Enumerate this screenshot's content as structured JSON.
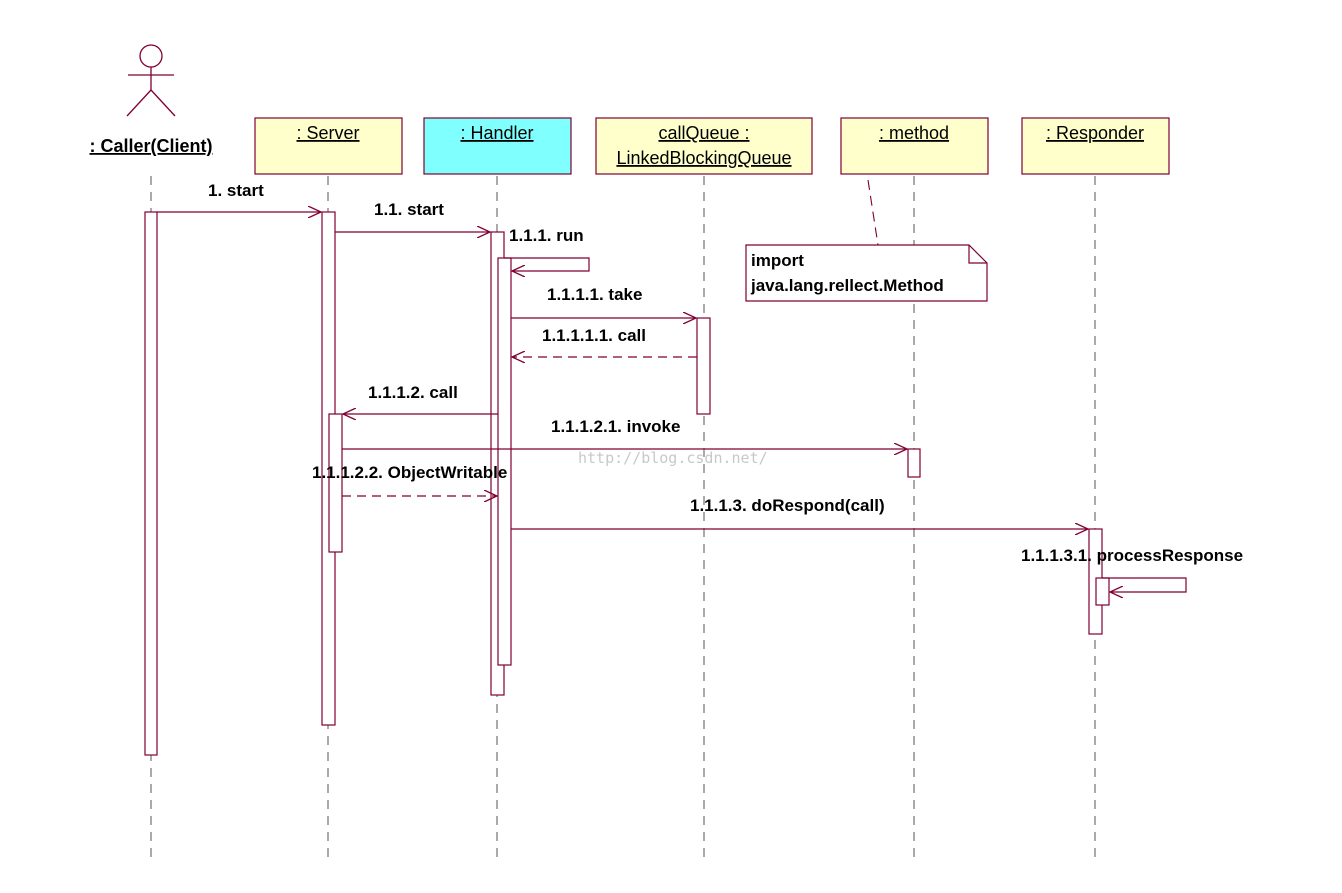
{
  "colors": {
    "line": "#7f0033",
    "object_fill": "#ffffcc",
    "highlight_fill": "#80ffff",
    "object_border": "#7f0033"
  },
  "actor": {
    "label": ": Caller(Client)"
  },
  "objects": {
    "server": ": Server",
    "handler": ": Handler",
    "callqueue_line1": "callQueue :",
    "callqueue_line2": "LinkedBlockingQueue",
    "method": ": method",
    "responder": ": Responder"
  },
  "messages": {
    "m1": "1. start",
    "m1_1": "1.1. start",
    "m1_1_1": "1.1.1. run",
    "m1_1_1_1": "1.1.1.1. take",
    "m1_1_1_1_1": "1.1.1.1.1. call",
    "m1_1_1_2": "1.1.1.2. call",
    "m1_1_1_2_1": "1.1.1.2.1. invoke",
    "m1_1_1_2_2": "1.1.1.2.2. ObjectWritable",
    "m1_1_1_3": "1.1.1.3. doRespond(call)",
    "m1_1_1_3_1": "1.1.1.3.1. processResponse"
  },
  "note": {
    "line1": "import",
    "line2": "java.lang.rellect.Method"
  },
  "watermark": "http://blog.csdn.net/"
}
